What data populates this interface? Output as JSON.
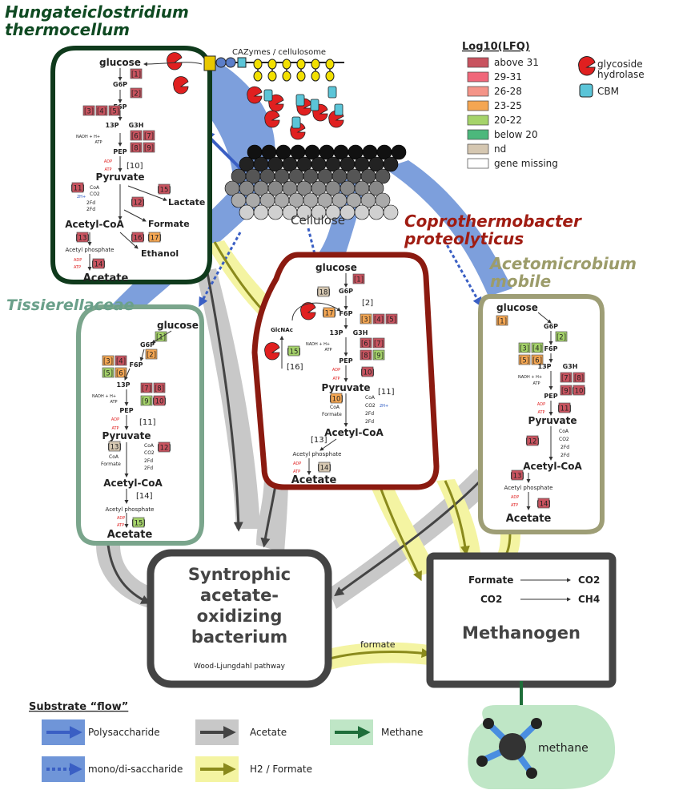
{
  "organisms": {
    "hungatei": [
      "Hungateiclostridium",
      "thermocellum"
    ],
    "coprothermobacter": [
      "Coprothermobacter",
      "proteolyticus"
    ],
    "acetomicrobium": [
      "Acetomicrobium",
      "mobile"
    ],
    "tissierellaceae": "Tissierellaceae"
  },
  "cazymes_label": "CAZymes / cellulosome",
  "cellulose_label": "Cellulose",
  "legend_lfq": {
    "title": "Log10(LFQ)",
    "items": [
      {
        "label": "above 31",
        "color": "#c8535f"
      },
      {
        "label": "29-31",
        "color": "#f0677a"
      },
      {
        "label": "26-28",
        "color": "#f49488"
      },
      {
        "label": "23-25",
        "color": "#f4a652"
      },
      {
        "label": "20-22",
        "color": "#a5d36a"
      },
      {
        "label": "below 20",
        "color": "#4cb87c"
      },
      {
        "label": "nd",
        "color": "#d5c7b1"
      },
      {
        "label": "gene missing",
        "color": "#ffffff"
      }
    ],
    "glycoside": [
      "glycoside",
      "hydrolase"
    ],
    "cbm": "CBM"
  },
  "metabolites": {
    "glucose": "glucose",
    "g6p": "G6P",
    "f6p": "F6P",
    "p13": "13P",
    "g3h": "G3H",
    "pep": "PEP",
    "pyruvate": "Pyruvate",
    "coa": "CoA",
    "co2": "CO2",
    "fdred": "2Fd",
    "fdox": "2Fd",
    "acetylcoa": "Acetyl-CoA",
    "acetylp": "Acetyl phosphate",
    "acetate": "Acetate",
    "lactate": "Lactate",
    "formate": "Formate",
    "ethanol": "Ethanol",
    "glcnac": "GlcNAc",
    "nadh": "NADH + H+",
    "atp": "ATP",
    "adp": "ADP",
    "h2": "2H+"
  },
  "syntrophic": {
    "lines": [
      "Syntrophic",
      "acetate-",
      "oxidizing",
      "bacterium"
    ],
    "pathway": "Wood-Ljungdahl pathway"
  },
  "methanogen": {
    "title": "Methanogen",
    "r1_left": "Formate",
    "r1_right": "CO2",
    "r2_left": "CO2",
    "r2_right": "CH4"
  },
  "formate_arrow_label": "formate",
  "legend_flow": {
    "title": "Substrate “flow”",
    "polysaccharide": "Polysaccharide",
    "monodi": "mono/di-saccharide",
    "acetate": "Acetate",
    "h2formate": "H2 / Formate",
    "methane": "Methane"
  },
  "methane_label": "methane",
  "colors": {
    "above31": "#c8535f",
    "r2931": "#f0677a",
    "r2628": "#f49488",
    "r2325": "#f4a652",
    "r2022": "#a5d36a",
    "below20": "#4cb87c",
    "nd": "#d5c7b1",
    "hungatei_border": "#0f3a1c",
    "copro_border": "#8b1a10",
    "aceto_border": "#9e9e76",
    "tissi_border": "#7aa58c",
    "blue_flow": "#6f95d8",
    "gray_flow": "#c8c8c8",
    "yellow_flow": "#f4f4a2"
  }
}
